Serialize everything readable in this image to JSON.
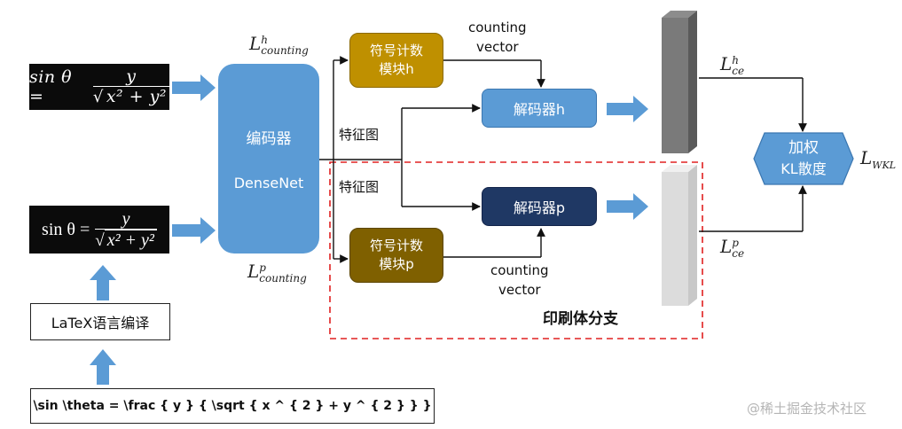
{
  "inputs": {
    "handwritten": {
      "lhs": "sin θ =",
      "num": "y",
      "den": "x² + y²"
    },
    "printed": {
      "lhs": "sin θ =",
      "num": "y",
      "den": "x² + y²"
    }
  },
  "latex_box": {
    "label": "LaTeX语言编译"
  },
  "latex_source": {
    "text": "\\sin \\theta = \\frac { y } { \\sqrt { x ^ { 2 } + y ^ { 2 } } }"
  },
  "encoder": {
    "title": "编码器",
    "subtitle": "DenseNet"
  },
  "loss_counting_h": {
    "base": "L",
    "sup": "h",
    "sub": "counting"
  },
  "loss_counting_p": {
    "base": "L",
    "sup": "p",
    "sub": "counting"
  },
  "feature_map_top": "特征图",
  "feature_map_bottom": "特征图",
  "counting_h": {
    "line1": "符号计数",
    "line2": "模块h"
  },
  "counting_p": {
    "line1": "符号计数",
    "line2": "模块p"
  },
  "counting_vector_top": {
    "line1": "counting",
    "line2": "vector"
  },
  "counting_vector_bottom": {
    "line1": "counting",
    "line2": "vector"
  },
  "decoder_h": {
    "label": "解码器h"
  },
  "decoder_p": {
    "label": "解码器p"
  },
  "loss_ce_h": {
    "base": "L",
    "sup": "h",
    "sub": "ce"
  },
  "loss_ce_p": {
    "base": "L",
    "sup": "p",
    "sub": "ce"
  },
  "kl_box": {
    "line1": "加权",
    "line2": "KL散度"
  },
  "loss_wkl": {
    "base": "L",
    "sub": "WKL"
  },
  "branch_label": "印刷体分支",
  "watermark": "@稀土掘金技术社区",
  "colors": {
    "encoder": "#5b9bd5",
    "counting_h": "#bf9000",
    "counting_p": "#7f6000",
    "decoder_h": "#5b9bd5",
    "decoder_p": "#1f3864",
    "kl": "#5b9bd5",
    "arrow": "#5b9bd5",
    "branch_border": "#e02020"
  }
}
